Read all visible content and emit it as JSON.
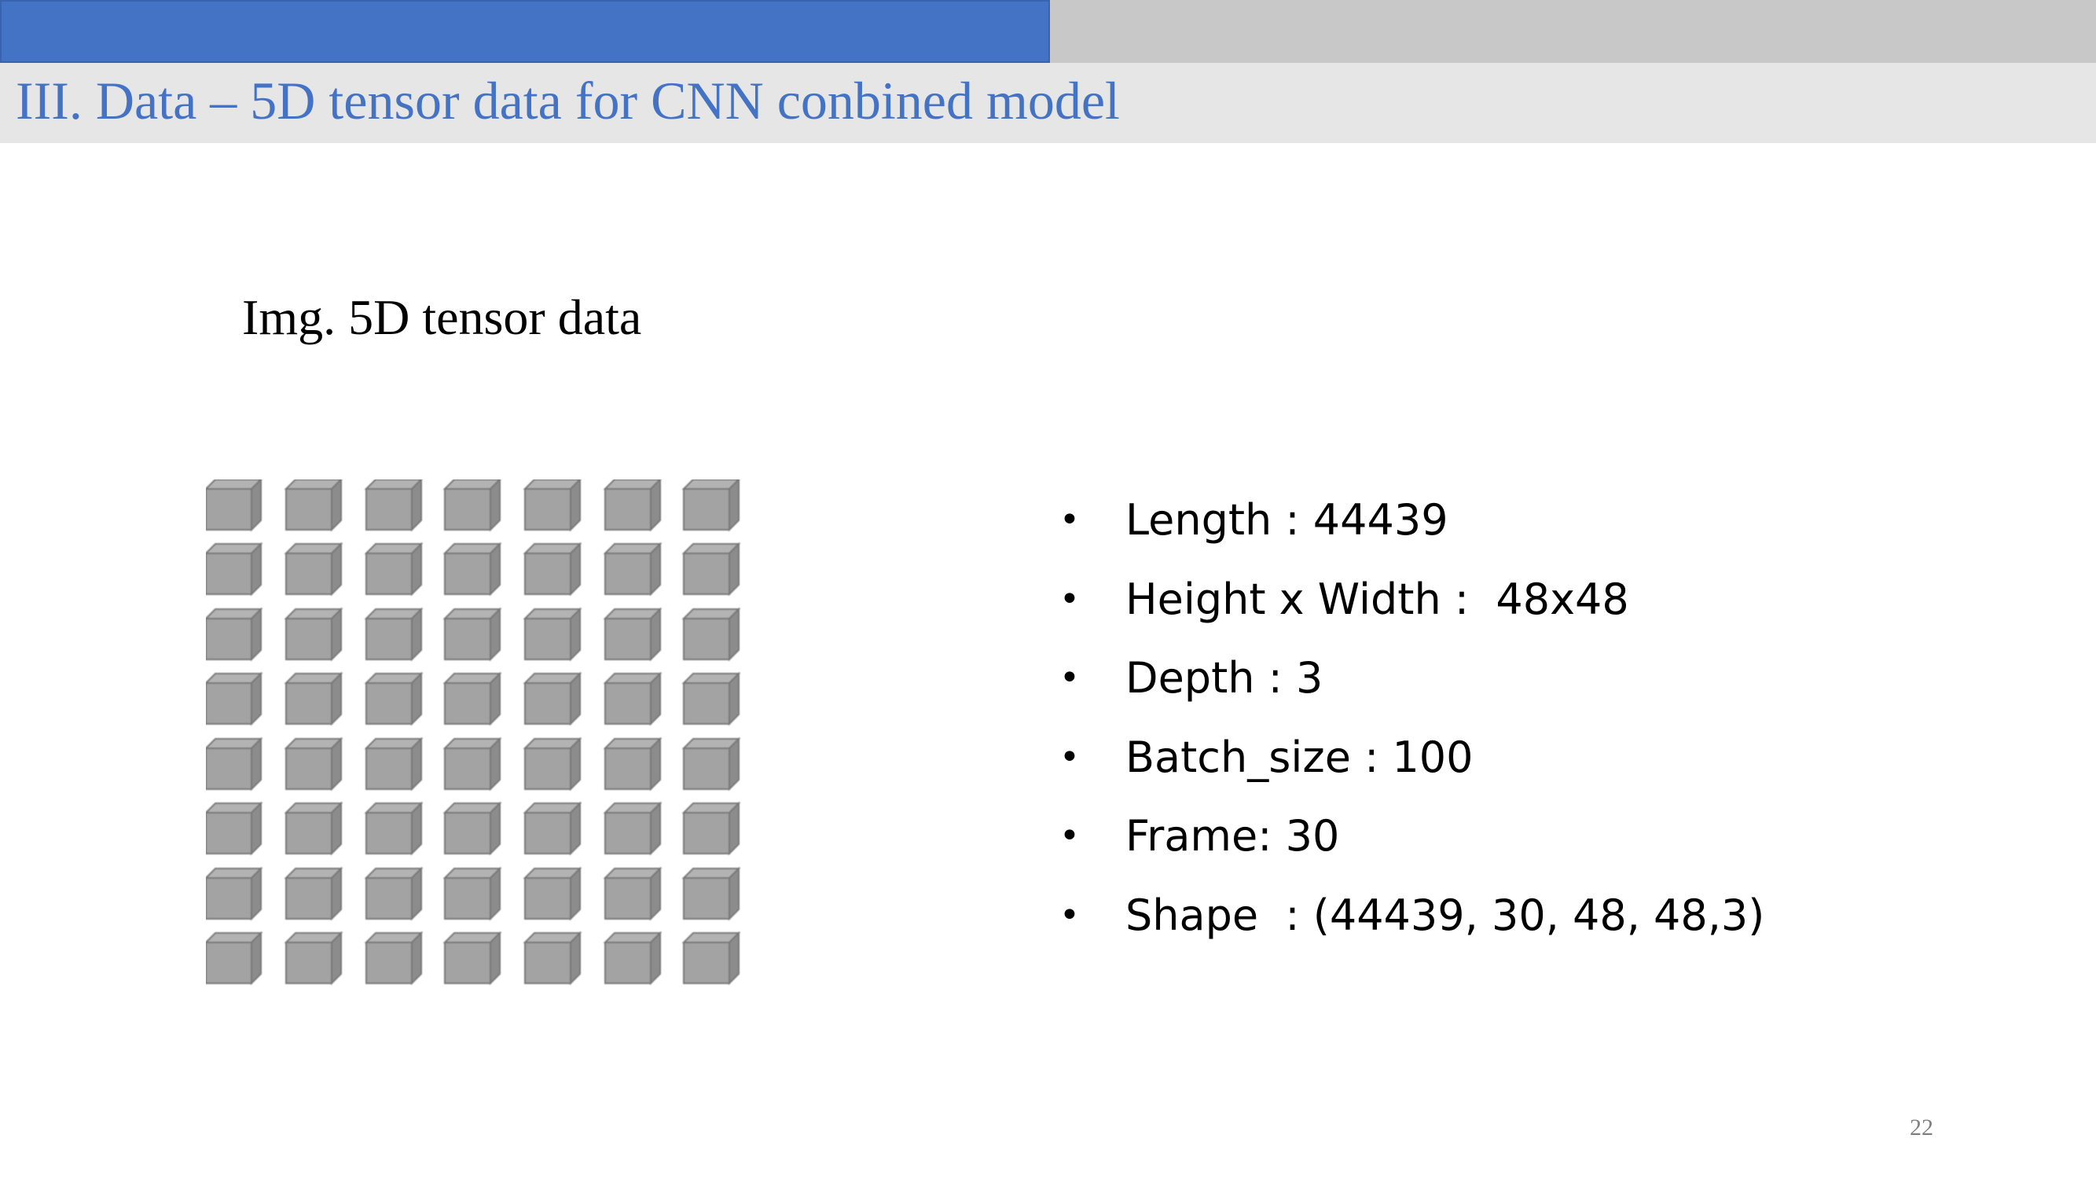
{
  "header": {
    "title": "III. Data – 5D tensor data for CNN conbined model",
    "accent_color": "#4472c4",
    "band_color": "#e6e6e6"
  },
  "figure": {
    "caption": "Img. 5D tensor data",
    "rows": 8,
    "columns": 7,
    "cube_color": "#a3a3a3",
    "icon": "cube-icon"
  },
  "bullets": [
    "Length : 44439",
    "Height x Width :  48x48",
    "Depth : 3",
    "Batch_size : 100",
    "Frame: 30",
    "Shape  : (44439, 30, 48, 48,3)"
  ],
  "bullet_glyph": "•",
  "footer": {
    "page_number": "22"
  }
}
